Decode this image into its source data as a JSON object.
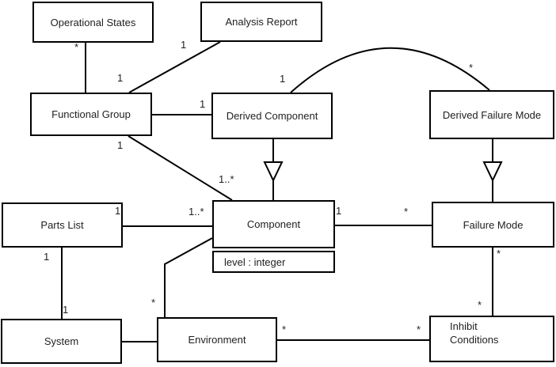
{
  "diagram": {
    "kind": "uml-class-diagram",
    "background_color": "#ffffff",
    "line_color": "#000000"
  },
  "classes": [
    {
      "id": "operational-states",
      "label": "Operational States"
    },
    {
      "id": "analysis-report",
      "label": "Analysis Report"
    },
    {
      "id": "functional-group",
      "label": "Functional Group"
    },
    {
      "id": "derived-component",
      "label": "Derived Component"
    },
    {
      "id": "derived-failure-mode",
      "label": "Derived Failure Mode"
    },
    {
      "id": "parts-list",
      "label": "Parts List"
    },
    {
      "id": "component",
      "label": "Component",
      "attributes": [
        "level : integer"
      ]
    },
    {
      "id": "failure-mode",
      "label": "Failure Mode"
    },
    {
      "id": "system",
      "label": "System"
    },
    {
      "id": "environment",
      "label": "Environment"
    },
    {
      "id": "inhibit-conditions",
      "label": "Inhibit Conditions"
    }
  ],
  "associations": [
    {
      "from": "operational-states",
      "to": "functional-group",
      "from_label": "*",
      "to_label": "1"
    },
    {
      "from": "functional-group",
      "to": "analysis-report",
      "from_label": "",
      "to_label": "1"
    },
    {
      "from": "functional-group",
      "to": "derived-component",
      "from_label": "",
      "to_label": "1"
    },
    {
      "from": "derived-component",
      "to": "derived-failure-mode",
      "from_label": "1",
      "to_label": "*"
    },
    {
      "from": "functional-group",
      "to": "component",
      "from_label": "1",
      "to_label": "1..*"
    },
    {
      "from": "parts-list",
      "to": "component",
      "from_label": "1",
      "to_label": "1..*"
    },
    {
      "from": "parts-list",
      "to": "system",
      "from_label": "1",
      "to_label": "1"
    },
    {
      "from": "component",
      "to": "failure-mode",
      "from_label": "1",
      "to_label": "*"
    },
    {
      "from": "failure-mode",
      "to": "inhibit-conditions",
      "from_label": "*",
      "to_label": "*"
    },
    {
      "from": "component",
      "to": "environment",
      "from_label": "",
      "to_label": "*"
    },
    {
      "from": "system",
      "to": "environment",
      "from_label": "",
      "to_label": ""
    },
    {
      "from": "environment",
      "to": "inhibit-conditions",
      "from_label": "*",
      "to_label": "*"
    }
  ],
  "generalizations": [
    {
      "child": "derived-component",
      "parent": "component"
    },
    {
      "child": "derived-failure-mode",
      "parent": "failure-mode"
    }
  ]
}
